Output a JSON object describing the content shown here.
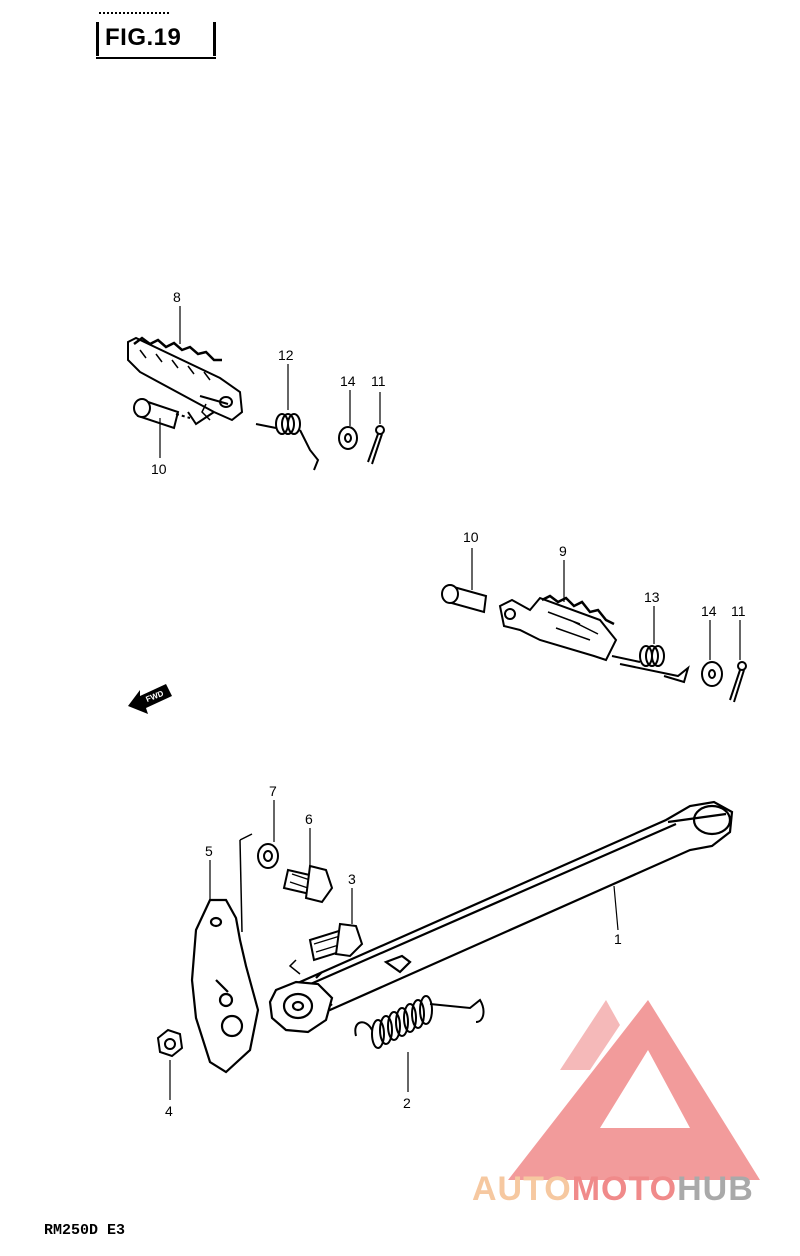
{
  "figure": {
    "label": "FIG.19",
    "model": "RM250D E3"
  },
  "forward_marker": "FWD",
  "callouts": {
    "p1": "1",
    "p2": "2",
    "p3": "3",
    "p4": "4",
    "p5": "5",
    "p6": "6",
    "p7": "7",
    "p8": "8",
    "p9": "9",
    "p10a": "10",
    "p10b": "10",
    "p11a": "11",
    "p11b": "11",
    "p12": "12",
    "p13": "13",
    "p14a": "14",
    "p14b": "14"
  },
  "watermark": {
    "part1": "AUTO",
    "part2": "MOTO",
    "part3": "HUB",
    "logo": "triangle-a-logo",
    "colors": {
      "auto": "#f6c8a0",
      "moto": "#f08a8a",
      "hub": "#a9a9a9",
      "triangle": "#f08a8a"
    }
  },
  "line_color": "#000000",
  "background_color": "#ffffff"
}
